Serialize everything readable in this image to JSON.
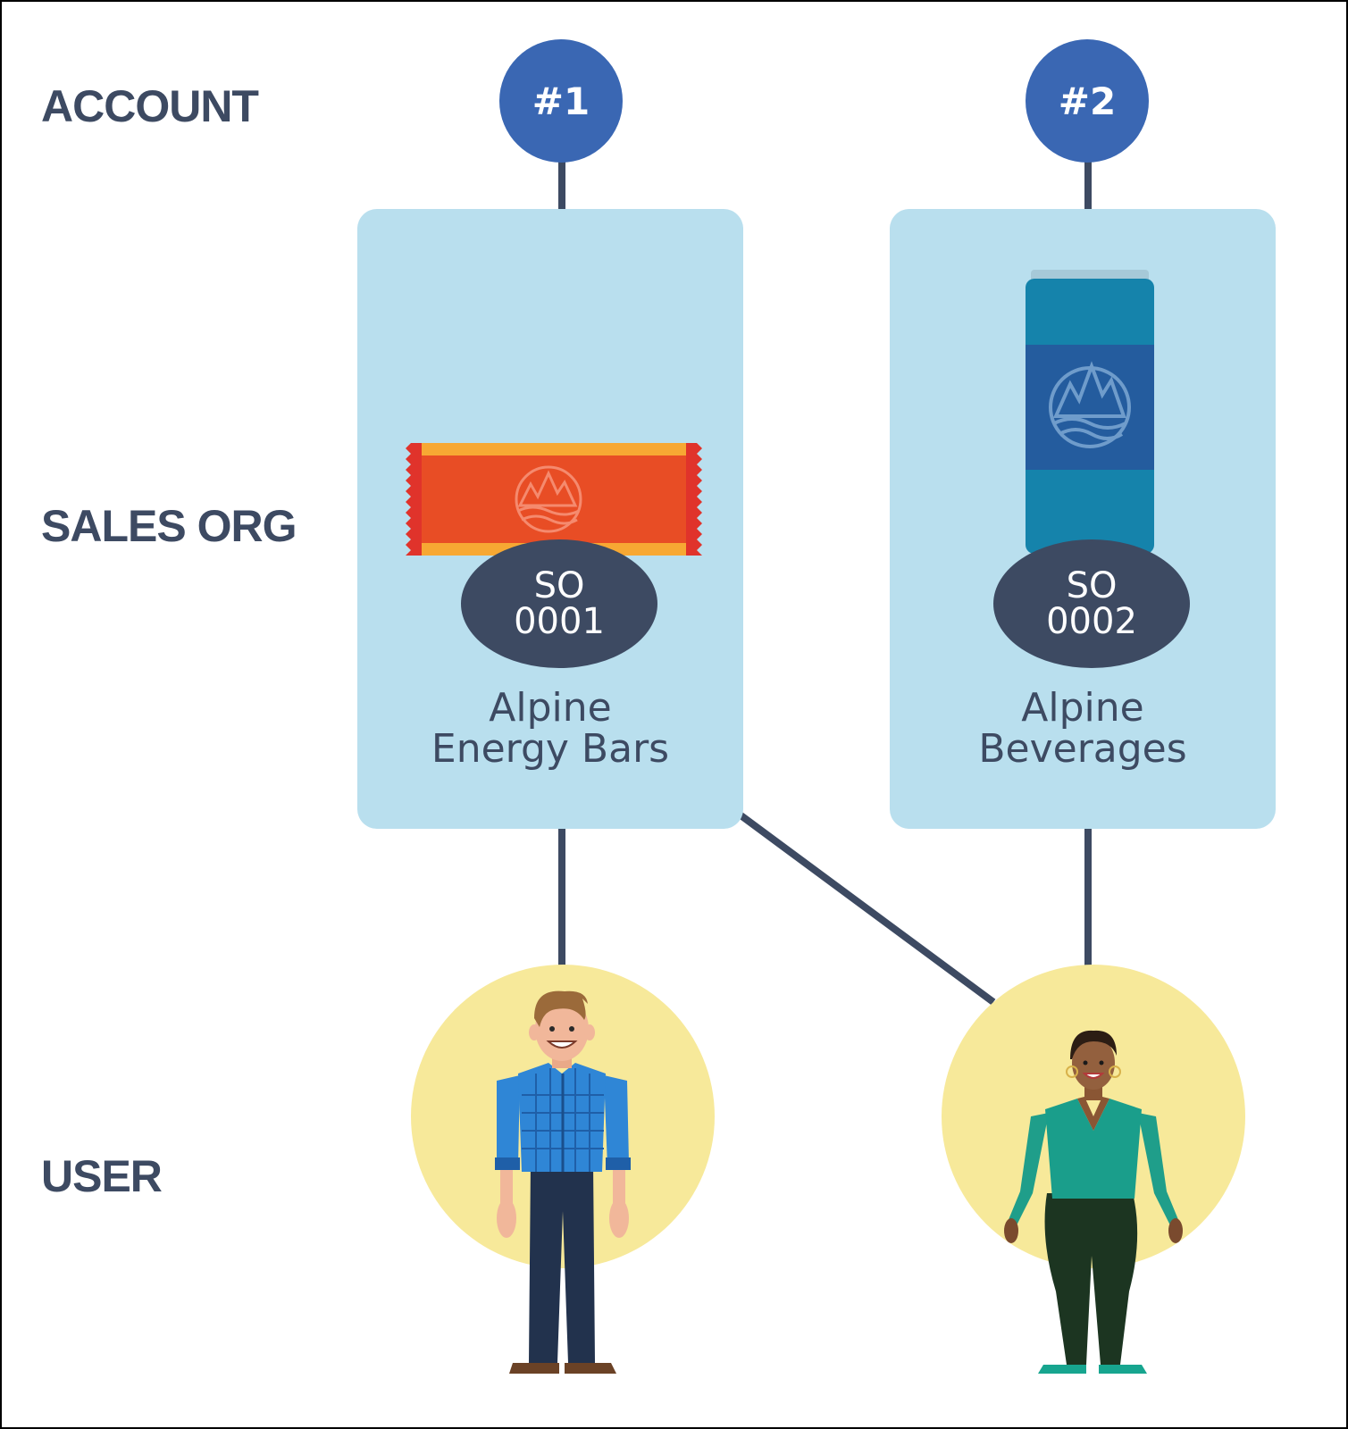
{
  "labels": {
    "account": "ACCOUNT",
    "sales_org": "SALES ORG",
    "user": "USER"
  },
  "accounts": [
    {
      "label": "#1"
    },
    {
      "label": "#2"
    }
  ],
  "sales_orgs": [
    {
      "code_line1": "SO",
      "code_line2": "0001",
      "name_line1": "Alpine",
      "name_line2": "Energy Bars",
      "product_icon": "energy-bar-icon"
    },
    {
      "code_line1": "SO",
      "code_line2": "0002",
      "name_line1": "Alpine",
      "name_line2": "Beverages",
      "product_icon": "beverage-can-icon"
    }
  ],
  "users": [
    {
      "icon": "man-avatar-icon"
    },
    {
      "icon": "woman-avatar-icon"
    }
  ],
  "connections": [
    [
      "account-1",
      "sales-org-1"
    ],
    [
      "account-2",
      "sales-org-2"
    ],
    [
      "sales-org-1",
      "user-1"
    ],
    [
      "sales-org-1",
      "user-2"
    ],
    [
      "sales-org-2",
      "user-2"
    ]
  ],
  "colors": {
    "account_circle": "#3a67b3",
    "org_card": "#b9dfee",
    "org_ellipse": "#3d4a62",
    "user_circle": "#f7e99a",
    "connector": "#3d4a62",
    "label_text": "#3d4a62"
  }
}
